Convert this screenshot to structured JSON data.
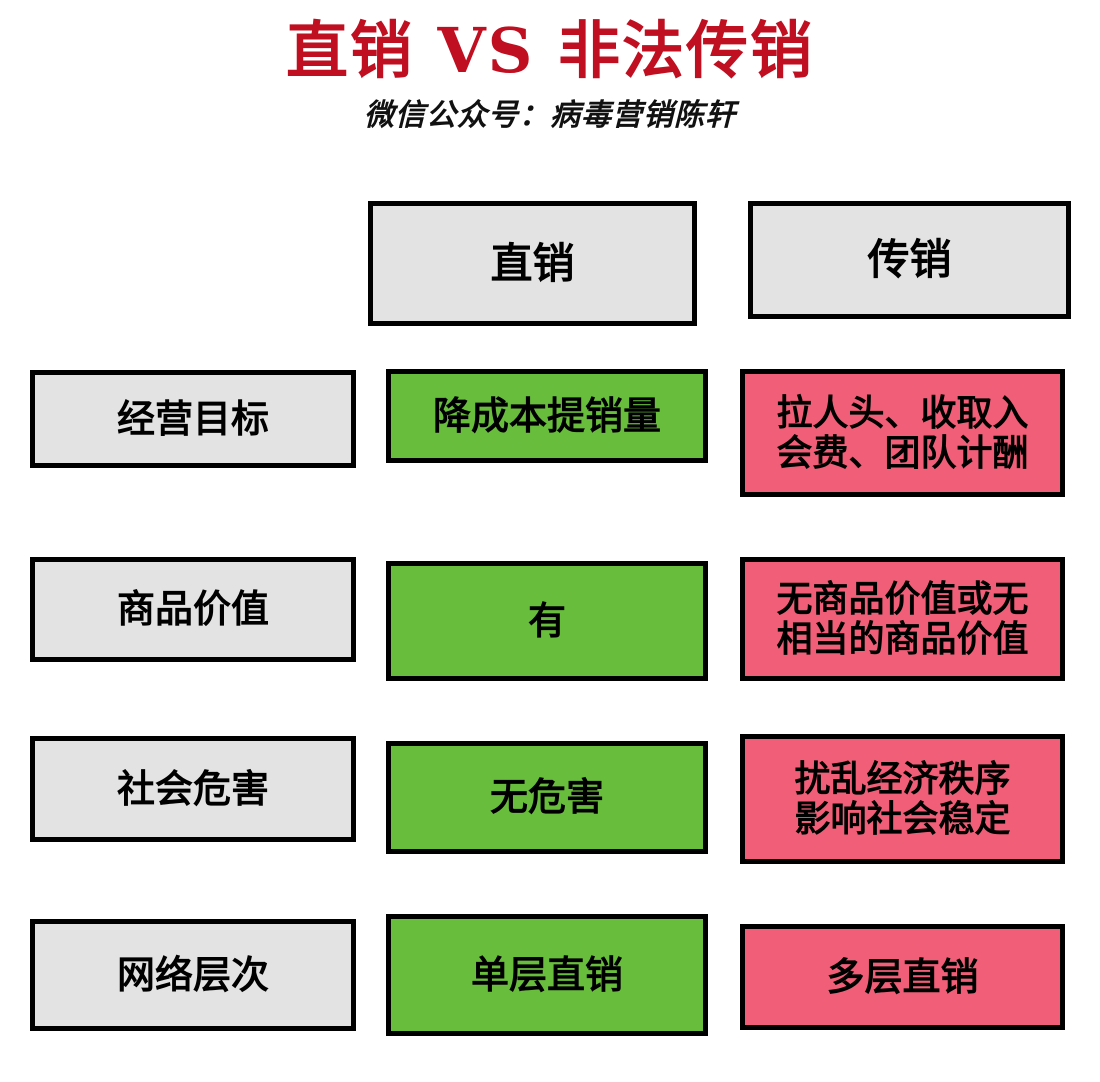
{
  "title": "直销 VS 非法传销",
  "subtitle": "微信公众号：病毒营销陈轩",
  "colors": {
    "title_red": "#bf0f20",
    "label_gray": "#e3e3e3",
    "direct_green": "#68be3c",
    "pyramid_pink": "#f05f77",
    "border_black": "#000000",
    "background": "#ffffff"
  },
  "headers": {
    "criteria": "",
    "direct": "直销",
    "pyramid": "传销"
  },
  "rows": [
    {
      "label": "经营目标",
      "direct": "降成本提销量",
      "pyramid": "拉人头、收取入\n会费、团队计酬"
    },
    {
      "label": "商品价值",
      "direct": "有",
      "pyramid": "无商品价值或无\n相当的商品价值"
    },
    {
      "label": "社会危害",
      "direct": "无危害",
      "pyramid": "扰乱经济秩序\n影响社会稳定"
    },
    {
      "label": "网络层次",
      "direct": "单层直销",
      "pyramid": "多层直销"
    }
  ]
}
